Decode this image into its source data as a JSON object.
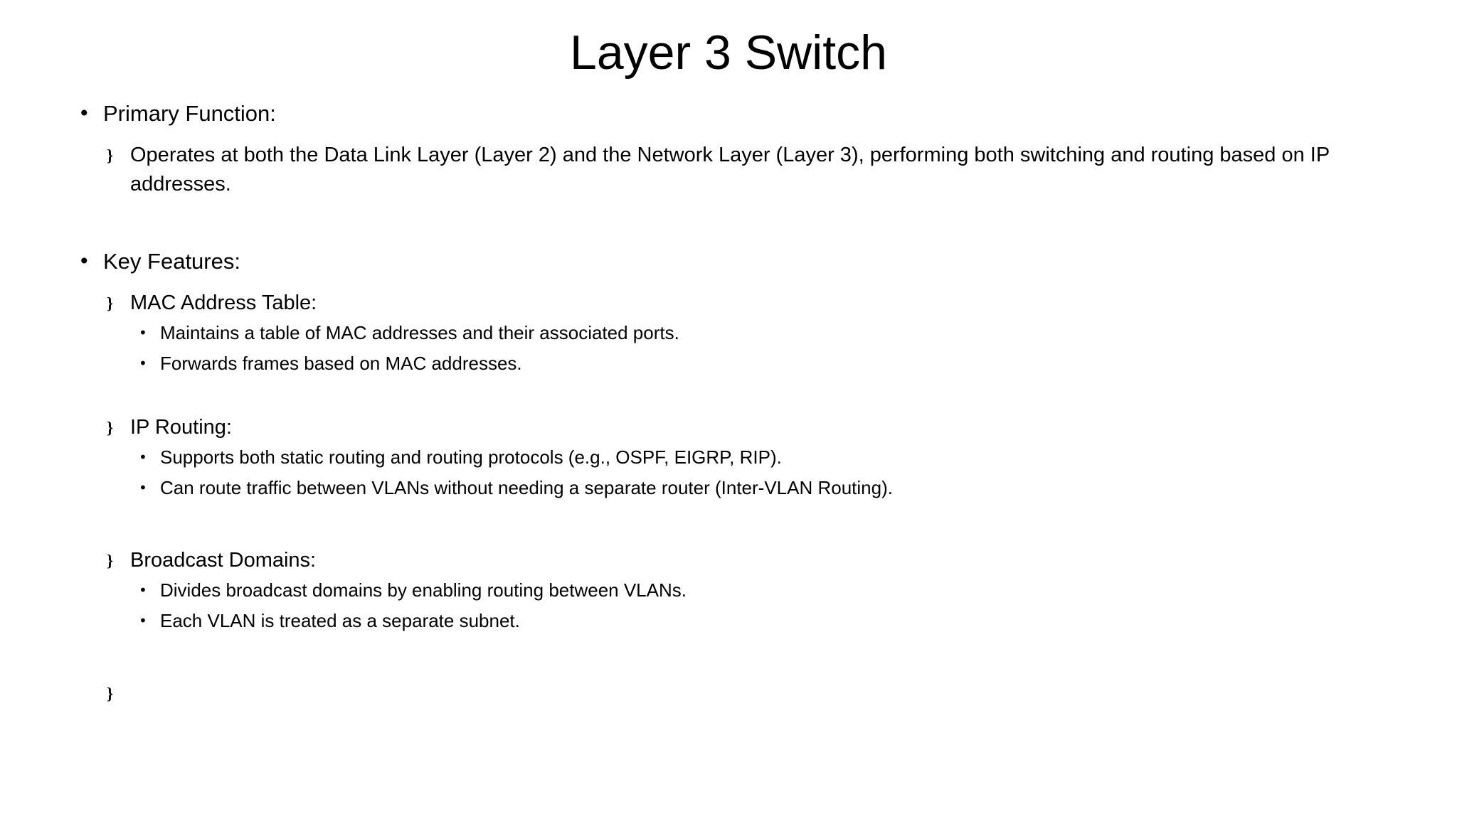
{
  "slide": {
    "title": "Layer 3 Switch",
    "background_color": "#ffffff",
    "text_color": "#000000",
    "markers": {
      "level1": "•",
      "level2": "}",
      "level3": "•"
    },
    "content": [
      {
        "level": 1,
        "text": "Primary Function:"
      },
      {
        "level": 2,
        "text": "Operates at both the Data Link Layer (Layer 2) and the Network Layer (Layer 3), performing both switching and routing based on IP addresses."
      },
      {
        "level": 1,
        "text": "Key Features:"
      },
      {
        "level": 2,
        "text": "MAC Address Table:"
      },
      {
        "level": 3,
        "text": "Maintains a table of MAC addresses and their associated ports."
      },
      {
        "level": 3,
        "text": "Forwards frames based on MAC addresses."
      },
      {
        "level": 2,
        "text": "IP Routing:"
      },
      {
        "level": 3,
        "text": "Supports both static routing and routing protocols (e.g., OSPF, EIGRP, RIP)."
      },
      {
        "level": 3,
        "text": "Can route traffic between VLANs without needing a separate router (Inter-VLAN Routing)."
      },
      {
        "level": 2,
        "text": "Broadcast Domains:"
      },
      {
        "level": 3,
        "text": "Divides broadcast domains by enabling routing between VLANs."
      },
      {
        "level": 3,
        "text": "Each VLAN is treated as a separate subnet."
      },
      {
        "level": 2,
        "text": ""
      }
    ]
  }
}
